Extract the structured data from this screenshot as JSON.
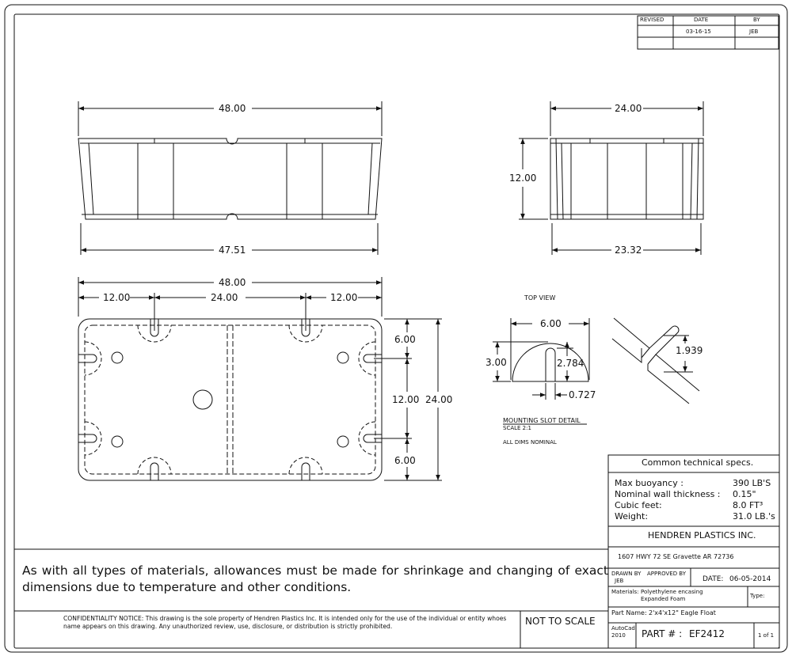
{
  "revision_block": {
    "headers": [
      "REVISED",
      "DATE",
      "BY"
    ],
    "date": "03-16-15",
    "by": "JEB"
  },
  "dimensions": {
    "side_top_length": "48.00",
    "side_bottom_length": "47.51",
    "end_top_width": "24.00",
    "end_height": "12.00",
    "end_bottom_width": "23.32",
    "plan_total_length": "48.00",
    "plan_seg_left": "12.00",
    "plan_seg_mid": "24.00",
    "plan_seg_right": "12.00",
    "plan_right_top": "6.00",
    "plan_right_mid": "12.00",
    "plan_right_bottom": "6.00",
    "plan_total_width": "24.00"
  },
  "slot_detail": {
    "view_label": "TOP VIEW",
    "width": "6.00",
    "height": "3.00",
    "slot_depth": "2.784",
    "slot_width": "0.727",
    "angle_dim": "1.939",
    "title": "MOUNTING SLOT DETAIL",
    "scale": "SCALE 2:1",
    "note": "ALL DIMS NOMINAL"
  },
  "specs": {
    "title": "Common technical specs.",
    "rows": [
      {
        "label": "Max buoyancy :",
        "value": "390 LB'S"
      },
      {
        "label": "Nominal wall thickness :",
        "value": "0.15\""
      },
      {
        "label": "Cubic feet:",
        "value": "8.0  FT³"
      },
      {
        "label": "Weight:",
        "value": "31.0 LB.'s"
      }
    ]
  },
  "title_block": {
    "company": "HENDREN PLASTICS INC.",
    "address": "1607 HWY 72 SE    Gravette AR 72736",
    "drawn_by_label": "DRAWN BY",
    "drawn_by": "JEB",
    "approved_by_label": "APPROVED BY",
    "date_label": "DATE:",
    "date": "06-05-2014",
    "materials_label": "Materials:",
    "materials": "Polyethylene encasing",
    "materials2": "Expanded Foam",
    "type_label": "Type:",
    "part_name_label": "Part Name:",
    "part_name": "2'x4'x12\"  Eagle Float",
    "software": "AutoCad",
    "software_ver": "2010",
    "part_number_label": "PART # :",
    "part_number": "EF2412",
    "sheet": "1 of 1"
  },
  "notes": {
    "allowance": "As with all types of materials, allowances must be made for shrinkage and changing of exact dimensions due to temperature and other conditions.",
    "confidentiality": "CONFIDENTIALITY NOTICE: This drawing is the sole property of Hendren Plastics Inc. It is intended only for the use of the individual or entity whoes name appears on this drawing. Any unauthorized review, use, disclosure, or distribution is strictly prohibited.",
    "scale": "NOT TO SCALE"
  }
}
